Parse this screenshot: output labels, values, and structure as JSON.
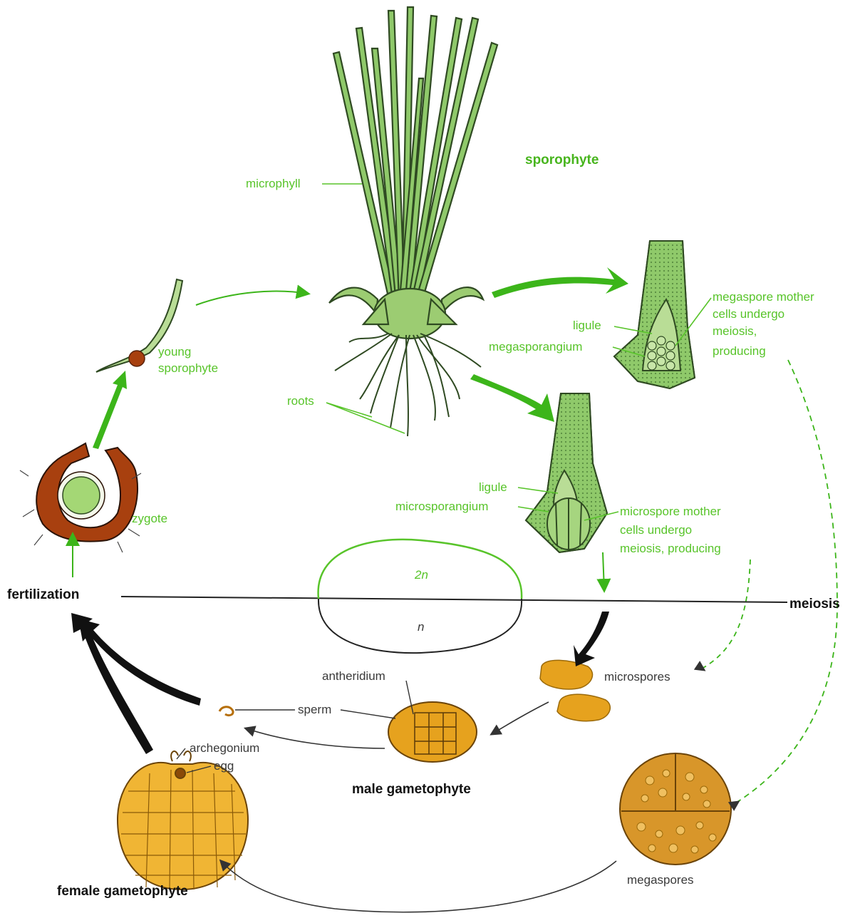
{
  "labels": {
    "sporophyte": "sporophyte",
    "microphyll": "microphyll",
    "roots": "roots",
    "young_sporophyte_1": "young",
    "young_sporophyte_2": "sporophyte",
    "zygote": "zygote",
    "fertilization": "fertilization",
    "meiosis": "meiosis",
    "ploidy_2n": "2n",
    "ploidy_n": "n",
    "ligule_mega": "ligule",
    "megasporangium": "megasporangium",
    "megaspore_note": [
      "megaspore mother",
      "cells undergo",
      "meiosis,",
      "producing"
    ],
    "ligule_micro": "ligule",
    "microsporangium": "microsporangium",
    "microspore_note": [
      "microspore mother",
      "cells undergo",
      "meiosis, producing"
    ],
    "microspores": "microspores",
    "megaspores": "megaspores",
    "antheridium": "antheridium",
    "sperm": "sperm",
    "archegonium": "archegonium",
    "egg": "egg",
    "male_gametophyte": "male gametophyte",
    "female_gametophyte": "female gametophyte"
  },
  "colors": {
    "label_green": "#58c42a",
    "plant_green": "#7fbf5a",
    "plant_outline": "#2f4a22",
    "spore_orange": "#e6a21e",
    "zygote_brown": "#a8400f",
    "arrow_green": "#3cb51a",
    "arrow_black": "#111111"
  }
}
